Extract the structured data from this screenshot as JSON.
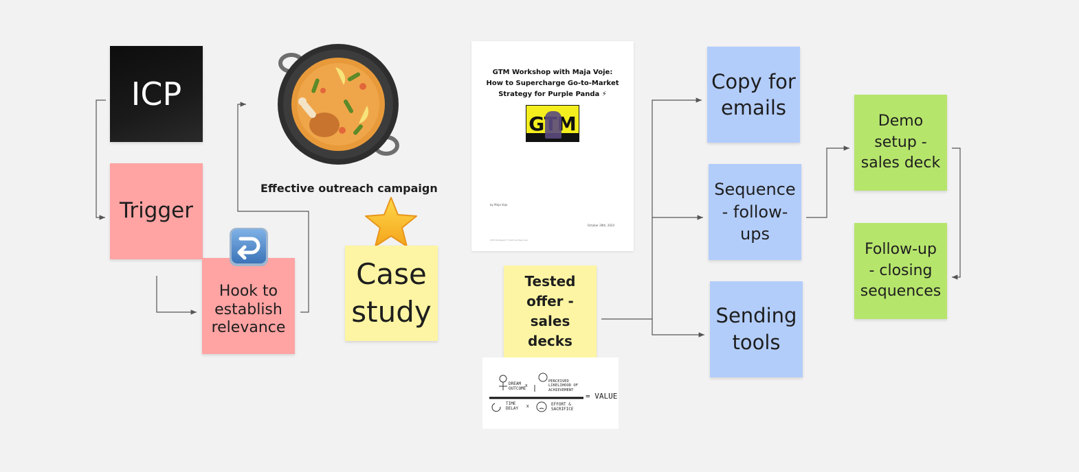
{
  "board": {
    "icp": "ICP",
    "trigger": "Trigger",
    "hook": "Hook to\nestablish\nrelevance",
    "campaign_label": "Effective outreach campaign",
    "case_study": "Case\nstudy",
    "tested_offer": "Tested\noffer -\nsales\ndecks",
    "copy_emails": "Copy for\nemails",
    "sequence": "Sequence\n- follow-\nups",
    "sending_tools": "Sending\ntools",
    "demo_setup": "Demo\nsetup -\nsales deck",
    "follow_up": "Follow-up\n- closing\nsequences"
  },
  "document": {
    "title": "GTM Workshop with Maja Voje:\nHow to Supercharge Go-to-Market\nStrategy for Purple Panda ⚡",
    "image_word": "GTM",
    "author": "by Maja Voje",
    "date": "October 28th, 2024",
    "footer": "GTM Strategist © 2024 by Maja Voje"
  },
  "sketch": {
    "dream_outcome": "DREAM\nOUTCOME",
    "perceived_likelihood": "PERCEIVED\nLIKELIHOOD OF\nACHIEVEMENT",
    "time_delay": "TIME\nDELAY",
    "effort": "EFFORT &\nSACRIFICE",
    "value": "= VALUE",
    "times": "x"
  },
  "icons": {
    "hook_icon": "right-arrow-curving-left-icon",
    "paella": "paella-pan-icon",
    "star": "star-icon"
  },
  "colors": {
    "pink": "#ffa3a3",
    "blue": "#b3cdfb",
    "green": "#b6e56c",
    "yellow": "#fdf5a3",
    "black": "#111111",
    "connector": "#555555"
  }
}
